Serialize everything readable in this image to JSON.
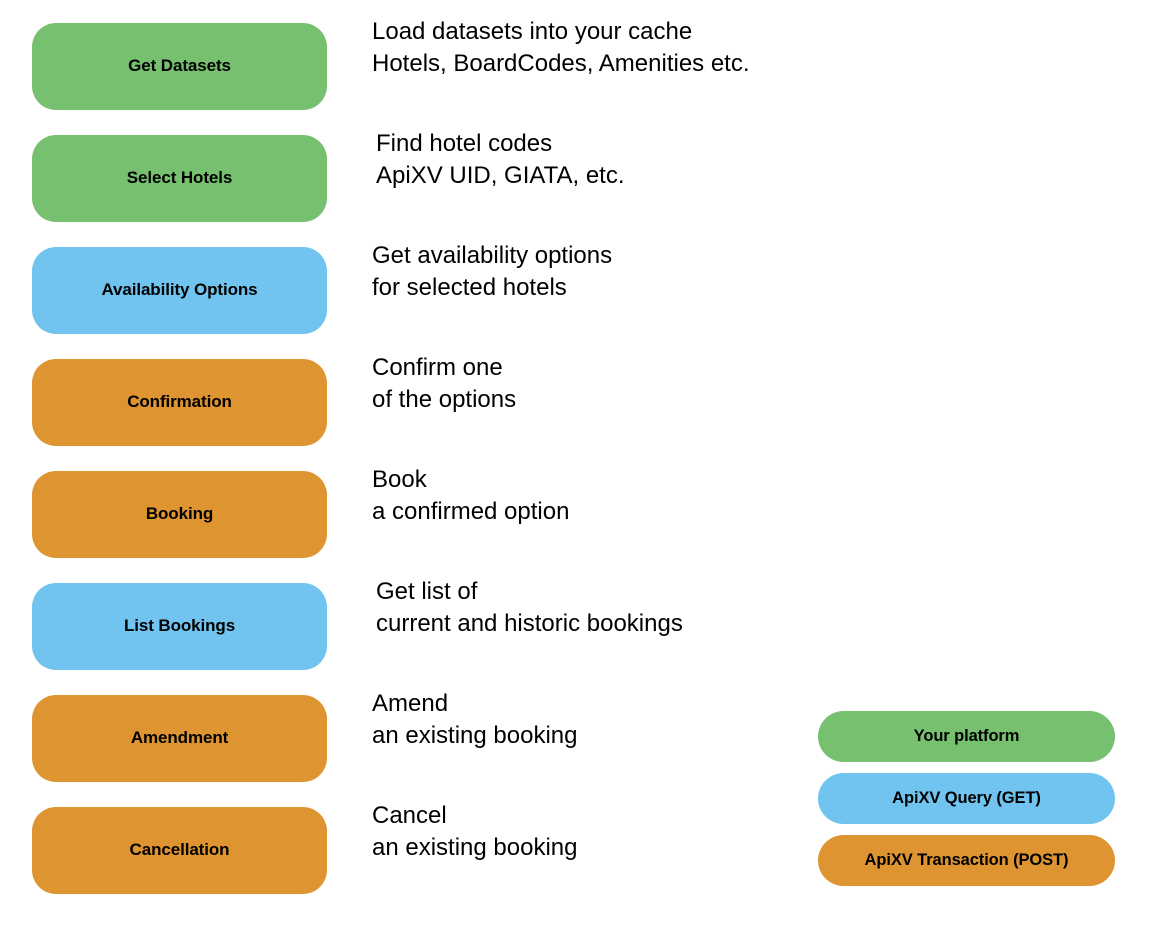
{
  "palette": {
    "platform_green": "#76c06f",
    "query_blue": "#71c4ef",
    "transaction_orange": "#de9430",
    "text": "#000000",
    "background": "#ffffff"
  },
  "flow": {
    "steps": [
      {
        "label": "Get Datasets",
        "kind": "platform",
        "color": "#76c06f",
        "desc_line1": "Load datasets into your cache",
        "desc_line2": "Hotels, BoardCodes, Amenities etc.",
        "indent": false
      },
      {
        "label": "Select Hotels",
        "kind": "platform",
        "color": "#76c06f",
        "desc_line1": "Find hotel codes",
        "desc_line2": "ApiXV UID, GIATA, etc.",
        "indent": true
      },
      {
        "label": "Availability Options",
        "kind": "query",
        "color": "#71c4ef",
        "desc_line1": "Get availability options",
        "desc_line2": "for selected hotels",
        "indent": false
      },
      {
        "label": "Confirmation",
        "kind": "transaction",
        "color": "#de9430",
        "desc_line1": "Confirm one",
        "desc_line2": "of the options",
        "indent": false
      },
      {
        "label": "Booking",
        "kind": "transaction",
        "color": "#de9430",
        "desc_line1": "Book",
        "desc_line2": "a confirmed option",
        "indent": false
      },
      {
        "label": "List Bookings",
        "kind": "query",
        "color": "#71c4ef",
        "desc_line1": "Get list of",
        "desc_line2": "current and historic bookings",
        "indent": true
      },
      {
        "label": "Amendment",
        "kind": "transaction",
        "color": "#de9430",
        "desc_line1": "Amend",
        "desc_line2": "an existing booking",
        "indent": false
      },
      {
        "label": "Cancellation",
        "kind": "transaction",
        "color": "#de9430",
        "desc_line1": "Cancel",
        "desc_line2": "an existing booking",
        "indent": false
      }
    ]
  },
  "legend": {
    "items": [
      {
        "label": "Your platform",
        "kind": "platform",
        "color": "#76c06f"
      },
      {
        "label": "ApiXV Query (GET)",
        "kind": "query",
        "color": "#71c4ef"
      },
      {
        "label": "ApiXV Transaction (POST)",
        "kind": "transaction",
        "color": "#de9430"
      }
    ]
  }
}
